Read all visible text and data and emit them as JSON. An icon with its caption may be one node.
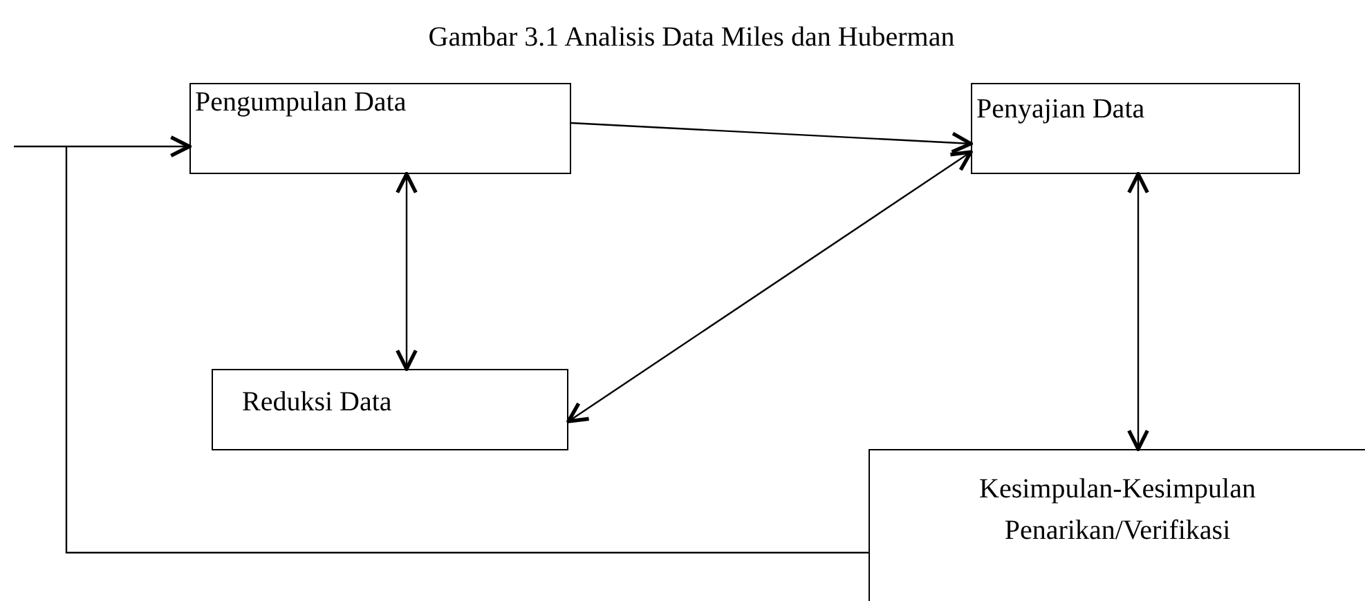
{
  "diagram": {
    "title": "Gambar 3.1 Analisis Data Miles dan Huberman",
    "nodes": [
      {
        "text": [
          "Pengumpulan Data"
        ]
      },
      {
        "text": [
          "Penyajian Data"
        ]
      },
      {
        "text": [
          "Reduksi Data"
        ]
      },
      {
        "text": [
          "Kesimpulan-Kesimpulan Penarikan/Verifikasi"
        ]
      }
    ],
    "edges": [
      {
        "from": 0,
        "to": 1,
        "arrow": "to"
      },
      {
        "from": 0,
        "to": 2,
        "arrow": "both"
      },
      {
        "from": 1,
        "to": 2,
        "arrow": "both"
      },
      {
        "from": 1,
        "to": 3,
        "arrow": "both"
      },
      {
        "from": 3,
        "to": 0,
        "arrow": "to"
      }
    ]
  }
}
